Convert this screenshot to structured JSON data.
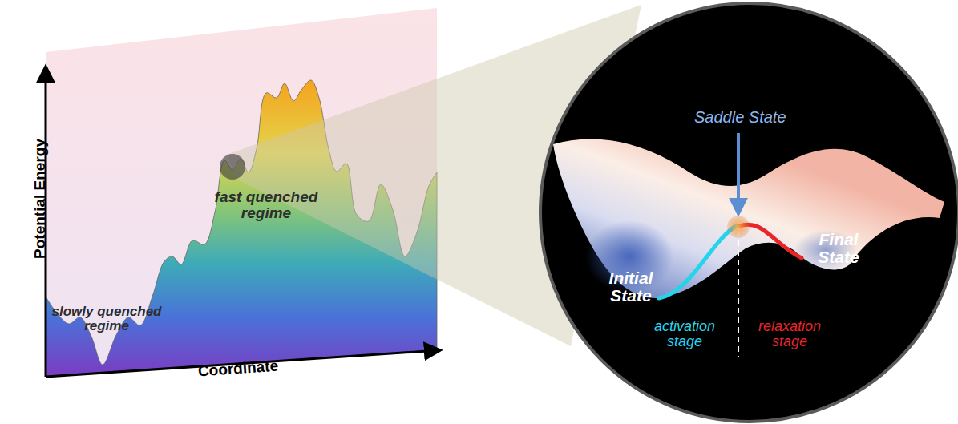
{
  "diagram": {
    "labels": [
      "Potential Energy",
      "Coordinate",
      "fast quenched regime",
      "slowly quenched regime",
      "Saddle State",
      "Initial State",
      "Final State",
      "activation stage",
      "relaxation stage"
    ]
  }
}
